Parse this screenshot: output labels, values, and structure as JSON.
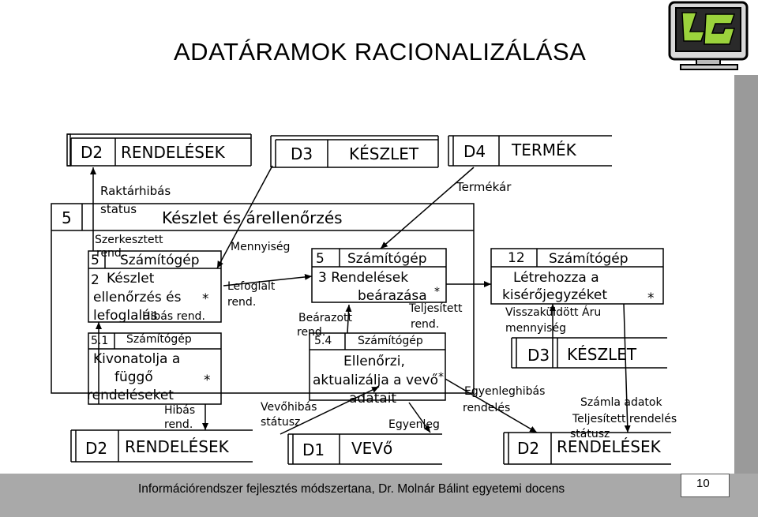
{
  "title": "ADATÁRAMOK RACIONALIZÁLÁSA",
  "footer": {
    "text": "Információrendszer fejlesztés módszertana, Dr. Molnár Bálint egyetemi docens",
    "page": "10"
  },
  "stores": {
    "d2_top": {
      "id": "D2",
      "name": "RENDELÉSEK"
    },
    "d3_top": {
      "id": "D3",
      "name": "KÉSZLET"
    },
    "d4_top": {
      "id": "D4",
      "name": "TERMÉK"
    },
    "d2_bottom_left": {
      "id": "D2",
      "name": "RENDELÉSEK"
    },
    "d1_bottom": {
      "id": "D1",
      "name": "VEVő"
    },
    "d3_right": {
      "id": "D3",
      "name": "KÉSZLET"
    },
    "d2_bottom_right": {
      "id": "D2",
      "name": "RENDELÉSEK"
    }
  },
  "outer_process": {
    "number": "5",
    "name": "Készlet és árellenőrzés"
  },
  "processes": {
    "p52": {
      "number": "5",
      "sub": "2",
      "machine": "Számítógép",
      "line1": "Készlet",
      "line2": "ellenőrzés és",
      "line3": "lefoglalás",
      "star": "*"
    },
    "p51": {
      "number": "5.1",
      "machine": "Számítógép",
      "line1": "Kivonatolja a",
      "line2": "függő",
      "line3": "rendeléseket",
      "star": "*"
    },
    "p53": {
      "number": "5",
      "machine": "Számítógép",
      "line1": "3 Rendelések",
      "line2": "beárazása",
      "star": "*"
    },
    "p54": {
      "number": "5.4",
      "machine": "Számítógép",
      "line1": "Ellenőrzi,",
      "line2": "aktualizálja a vevő",
      "line3": "adatait",
      "star": "*"
    },
    "p12": {
      "number": "12",
      "machine": "Számítógép",
      "line1": "Létrehozza a",
      "line2": "kisérőjegyzéket",
      "star": "*"
    }
  },
  "flows": {
    "raktarhibas": "Raktárhibás",
    "status": "status",
    "szerkesztett": "Szerkesztett",
    "rend1": "rend.",
    "hibas_rend_a": "Hibás rend.",
    "mennyiseg": "Mennyiség",
    "lefoglalt": "Lefoglalt",
    "lefoglalt_rend": "rend.",
    "beárazott": "Beárazott",
    "beárazott_rend": "rend.",
    "teljesitett": "Teljesített",
    "teljesitett_rend": "rend.",
    "termekar": "Termékár",
    "hibas_b": "Hibás",
    "hibas_b_rend": "rend.",
    "vevohibas": "Vevőhibás",
    "vevohibas_status": "státusz",
    "egyenleg": "Egyenleg",
    "egyenleghibas": "Egyenleghibás",
    "egyenleghibas_rendeles": "rendelés",
    "visszakuldott": "Visszaküldött Áru",
    "visszakuldott_menny": "mennyiség",
    "szamla": "Számla adatok",
    "teljesitett_rendeles": "Teljesített rendelés",
    "teljesitett_status": "státusz"
  },
  "colors": {
    "shadow": "#9a9a9a",
    "footer": "#a9a9a9"
  }
}
